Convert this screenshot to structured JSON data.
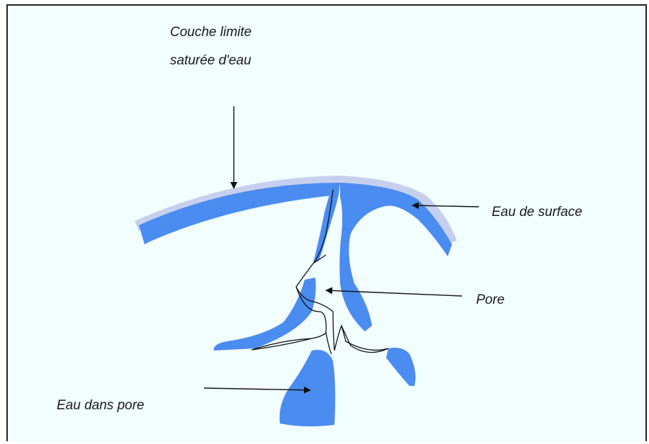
{
  "labels": {
    "boundary_layer_line1": "Couche limite",
    "boundary_layer_line2": "saturée d'eau",
    "surface_water": "Eau de surface",
    "pore": "Pore",
    "pore_water": "Eau dans pore"
  },
  "colors": {
    "background": "#f2fdfe",
    "water": "#4a8cf0",
    "boundary_layer": "#c6d0ee",
    "outline": "#111111"
  }
}
